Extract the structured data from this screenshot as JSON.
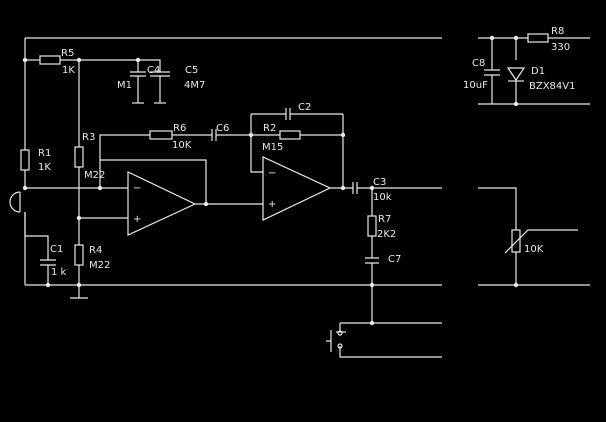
{
  "colors": {
    "background": "#000000",
    "ink": "#e8e8e8"
  },
  "components": {
    "R5": {
      "ref": "R5",
      "value": "1K"
    },
    "C4": {
      "ref": "C4"
    },
    "C5": {
      "ref": "C5",
      "value": "4M7"
    },
    "M1": {
      "ref": "M1"
    },
    "R1": {
      "ref": "R1",
      "value": "1K"
    },
    "R3": {
      "ref": "R3",
      "value": "M22"
    },
    "R4": {
      "ref": "R4",
      "value": "M22"
    },
    "C1": {
      "ref": "C1",
      "value": "1 k"
    },
    "R6": {
      "ref": "R6",
      "value": "10K"
    },
    "C6": {
      "ref": "C6"
    },
    "R2": {
      "ref": "R2",
      "value": "M15"
    },
    "C2": {
      "ref": "C2"
    },
    "C3": {
      "ref": "C3",
      "value": "10k"
    },
    "R7": {
      "ref": "R7",
      "value": "2K2"
    },
    "C7": {
      "ref": "C7"
    },
    "R8": {
      "ref": "R8",
      "value": "330"
    },
    "C8": {
      "ref": "C8",
      "value": "10uF"
    },
    "D1": {
      "ref": "D1",
      "value": "BZX84V1"
    },
    "POT": {
      "value": "10K"
    }
  },
  "opamp_signs": {
    "minus": "−",
    "plus": "+"
  }
}
